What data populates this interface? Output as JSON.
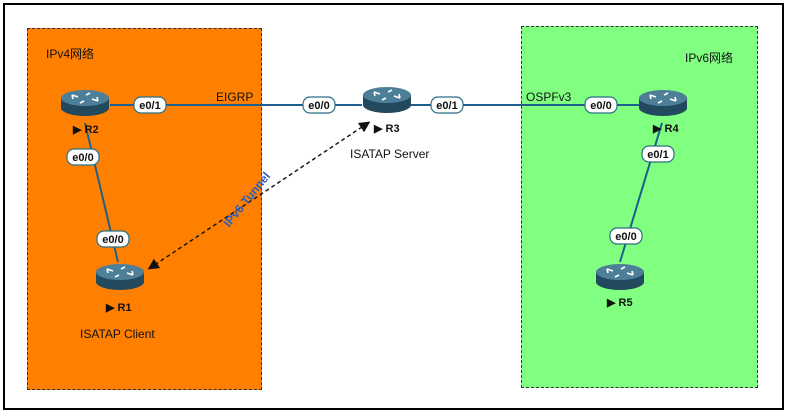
{
  "colors": {
    "ipv4_zone": "#ff8000",
    "ipv6_zone": "#80ff80",
    "link": "#1f5f8b",
    "tunnel": "#111111",
    "tunnel_label": "#2a5fbf"
  },
  "zones": {
    "ipv4_title": "IPv4网络",
    "ipv6_title": "IPv6网络"
  },
  "routers": {
    "r1": "R1",
    "r2": "R2",
    "r3": "R3",
    "r4": "R4",
    "r5": "R5"
  },
  "captions": {
    "r3_role": "ISATAP Server",
    "r1_role": "ISATAP Client"
  },
  "protocols": {
    "left": "EIGRP",
    "right": "OSPFv3"
  },
  "interfaces": {
    "r2_to_r3": "e0/1",
    "r3_to_r2": "e0/0",
    "r3_to_r4": "e0/1",
    "r4_to_r3": "e0/0",
    "r2_to_r1": "e0/0",
    "r1_to_r2": "e0/0",
    "r4_to_r5": "e0/1",
    "r5_to_r4": "e0/0"
  },
  "tunnel": {
    "label": "IPv6 Tunnel"
  }
}
